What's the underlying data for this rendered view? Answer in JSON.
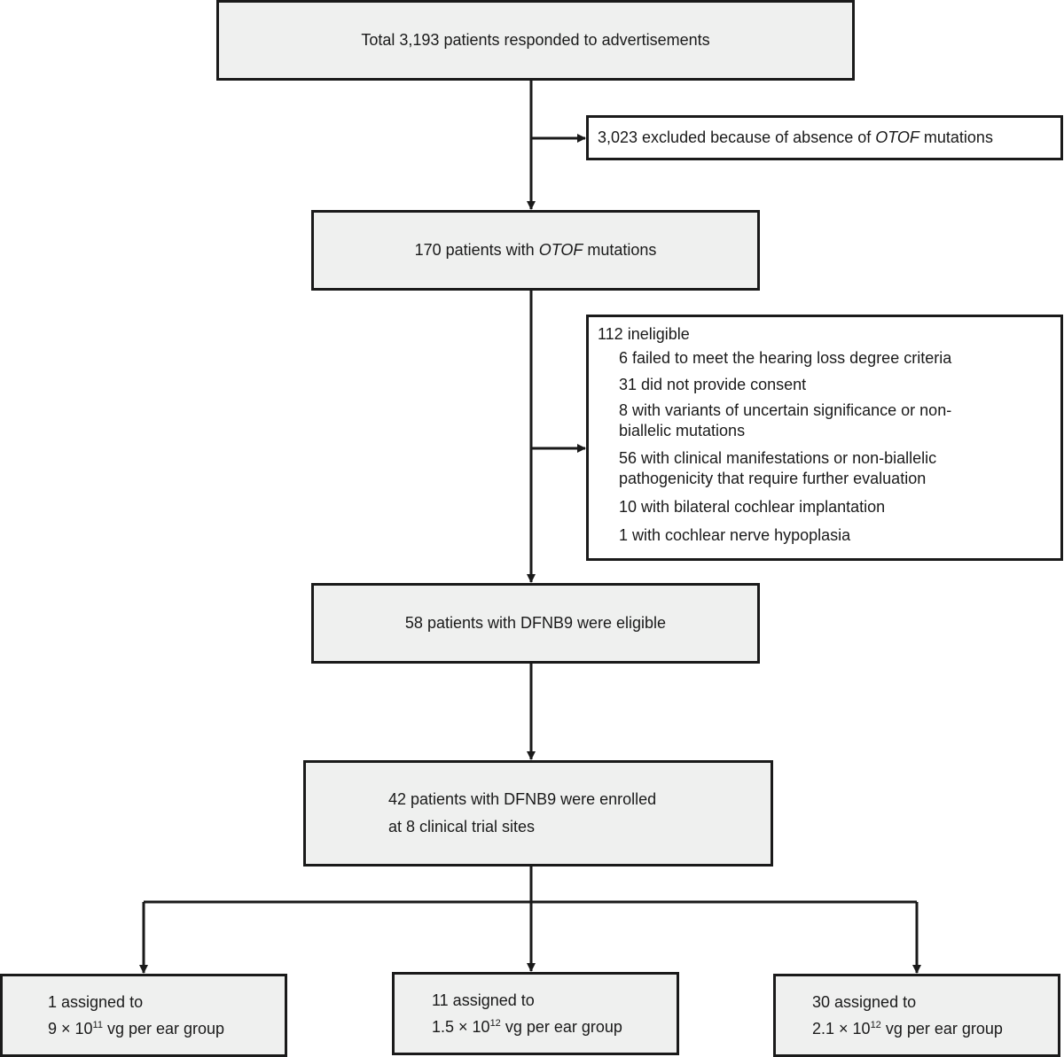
{
  "nodes": {
    "total": {
      "text": "Total 3,193 patients responded to advertisements"
    },
    "excluded": {
      "count_text": "3,023 excluded because of absence of ",
      "gene": "OTOF",
      "suffix": " mutations"
    },
    "otof": {
      "prefix": "170 patients with ",
      "gene": "OTOF",
      "suffix": " mutations"
    },
    "ineligible": {
      "title": "112 ineligible",
      "reasons": [
        "6 failed to meet the hearing loss degree criteria",
        "31 did not provide consent",
        "8 with variants of uncertain significance or non-biallelic mutations",
        "56 with clinical manifestations or non-biallelic pathogenicity that require further evaluation",
        "10 with bilateral cochlear implantation",
        "1 with cochlear nerve hypoplasia"
      ]
    },
    "eligible": {
      "text": "58 patients with DFNB9 were eligible"
    },
    "enrolled": {
      "line1": "42 patients with DFNB9 were enrolled",
      "line2": "at 8 clinical trial sites"
    },
    "groups": [
      {
        "line1": "1 assigned to",
        "base": "9 × 10",
        "exp": "11",
        "suffix": " vg per ear group"
      },
      {
        "line1": "11 assigned to",
        "base": "1.5 × 10",
        "exp": "12",
        "suffix": " vg per ear group"
      },
      {
        "line1": "30 assigned to",
        "base": "2.1 × 10",
        "exp": "12",
        "suffix": " vg per ear group"
      }
    ]
  },
  "colors": {
    "box_fill": "#eff0ef",
    "stroke": "#1a1a1a"
  }
}
